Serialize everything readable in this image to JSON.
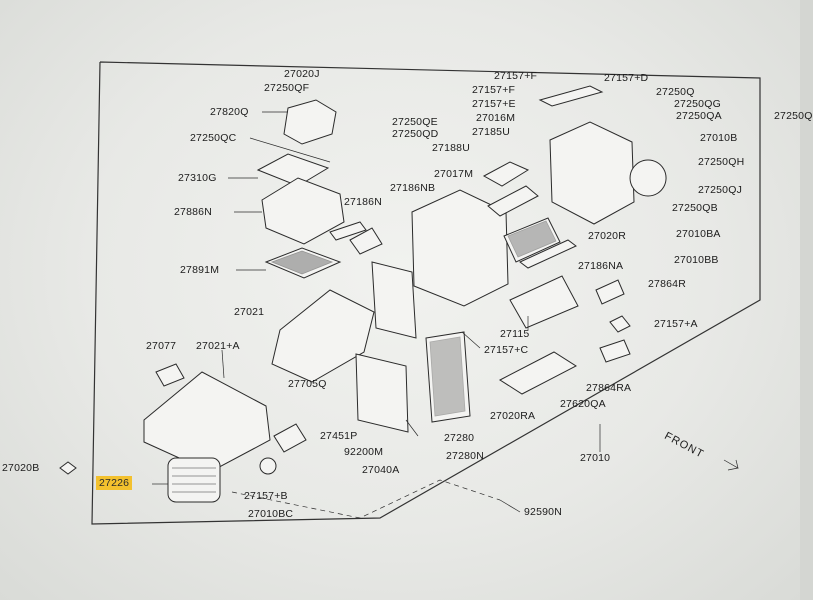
{
  "labels": {
    "l27020J": "27020J",
    "l27250QF": "27250QF",
    "l27820Q": "27820Q",
    "l27250QC": "27250QC",
    "l27250QE": "27250QE",
    "l27250QD": "27250QD",
    "l27310G": "27310G",
    "l27886N": "27886N",
    "l27186NB": "27186NB",
    "l27186N": "27186N",
    "l27891M": "27891M",
    "l27021": "27021",
    "l27077": "27077",
    "l27021A": "27021+A",
    "l27705Q": "27705Q",
    "l27451P": "27451P",
    "l92200M": "92200M",
    "l27040A": "27040A",
    "l27020B": "27020B",
    "l27226": "27226",
    "l27157B": "27157+B",
    "l27010BC": "27010BC",
    "l92590N": "92590N",
    "l27280N": "27280N",
    "l27280": "27280",
    "l27020RA": "27020RA",
    "l27620QA": "27620QA",
    "l27010": "27010",
    "l27864RA": "27864RA",
    "l27157A": "27157+A",
    "l27864R": "27864R",
    "l27010BB": "27010BB",
    "l27186NA": "27186NA",
    "l27010BA": "27010BA",
    "l27020R": "27020R",
    "l27250QB": "27250QB",
    "l27250QJ": "27250QJ",
    "l27250QH": "27250QH",
    "l27010B": "27010B",
    "l27250QA": "27250QA",
    "l27250QG": "27250QG",
    "l27250Q": "27250Q",
    "l27157D": "27157+D",
    "l27157F1": "27157+F",
    "l27157F2": "27157+F",
    "l27157E": "27157+E",
    "l27016M": "27016M",
    "l27185U": "27185U",
    "l27188U": "27188U",
    "l27017M": "27017M",
    "l27115": "27115",
    "l27157C": "27157+C",
    "l27250Q_edge": "27250Q"
  },
  "front_label": "FRONT",
  "highlight_part": "27226",
  "colors": {
    "highlight": "#f3c12e",
    "line": "#2b2b2b",
    "paper": "#f1f2ef"
  }
}
